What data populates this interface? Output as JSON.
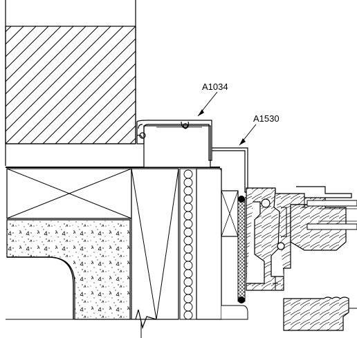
{
  "drawing": {
    "type": "architectural section detail",
    "line_color": "#000000",
    "background": "#ffffff",
    "callouts": [
      {
        "id": "a1034",
        "label": "A1034"
      },
      {
        "id": "a1530",
        "label": "A1530"
      }
    ]
  }
}
